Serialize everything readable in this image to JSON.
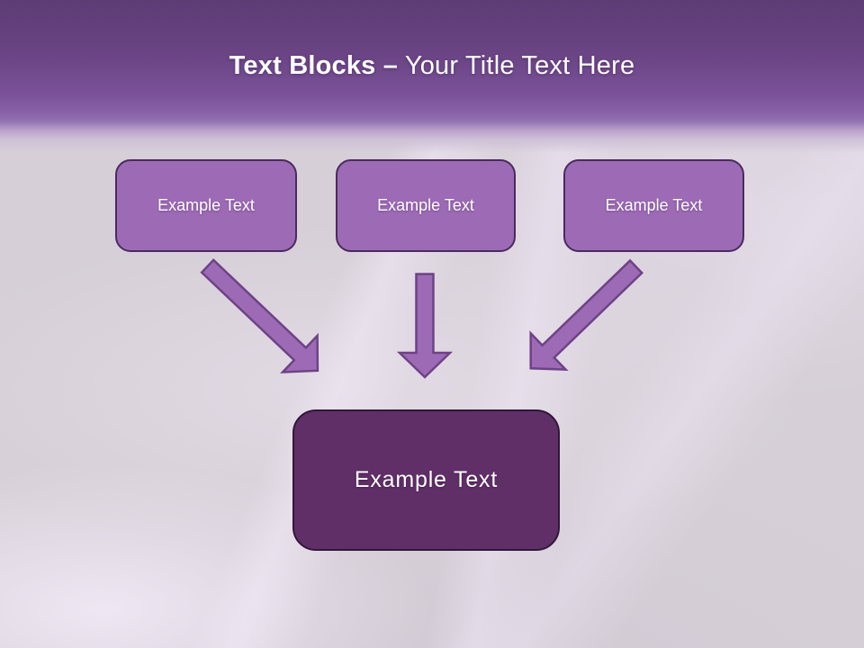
{
  "slide": {
    "title_bold": "Text Blocks –",
    "title_regular": " Your Title Text Here"
  },
  "blocks": [
    {
      "label": "Example Text"
    },
    {
      "label": "Example Text"
    },
    {
      "label": "Example Text"
    }
  ],
  "result_block": {
    "label": "Example Text"
  },
  "icons": [
    "arrow-down-right-icon",
    "arrow-down-icon",
    "arrow-down-left-icon"
  ],
  "colors": {
    "header_top": "#5d3c74",
    "header_mid": "#8760a6",
    "background": "#d6cfd7",
    "background_highlight": "#efe7f2",
    "title_color": "#ffffff",
    "box_fill": "#9d6bb5",
    "box_border": "#4b2a5f",
    "box_text": "#ffffff",
    "result_fill": "#602f67",
    "result_border": "#2f1839",
    "result_text": "#ffffff",
    "arrow_fill": "#9d6bb5",
    "arrow_stroke": "#6e4287"
  }
}
